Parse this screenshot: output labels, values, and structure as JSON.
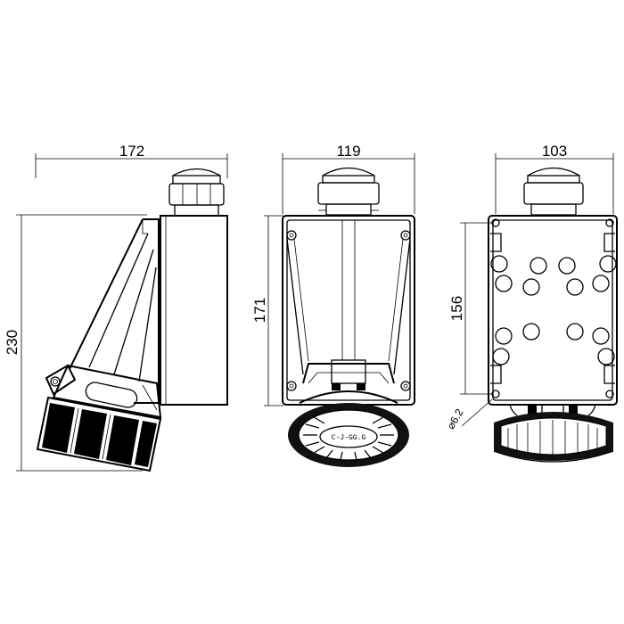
{
  "views": {
    "side": {
      "width_dim": "172",
      "height_dim": "230"
    },
    "front": {
      "width_dim": "119",
      "height_dim": "171",
      "label": "C-J-GG.G"
    },
    "back": {
      "width_dim": "103",
      "height_dim": "156",
      "hole_dim": "⌀6.2"
    }
  }
}
